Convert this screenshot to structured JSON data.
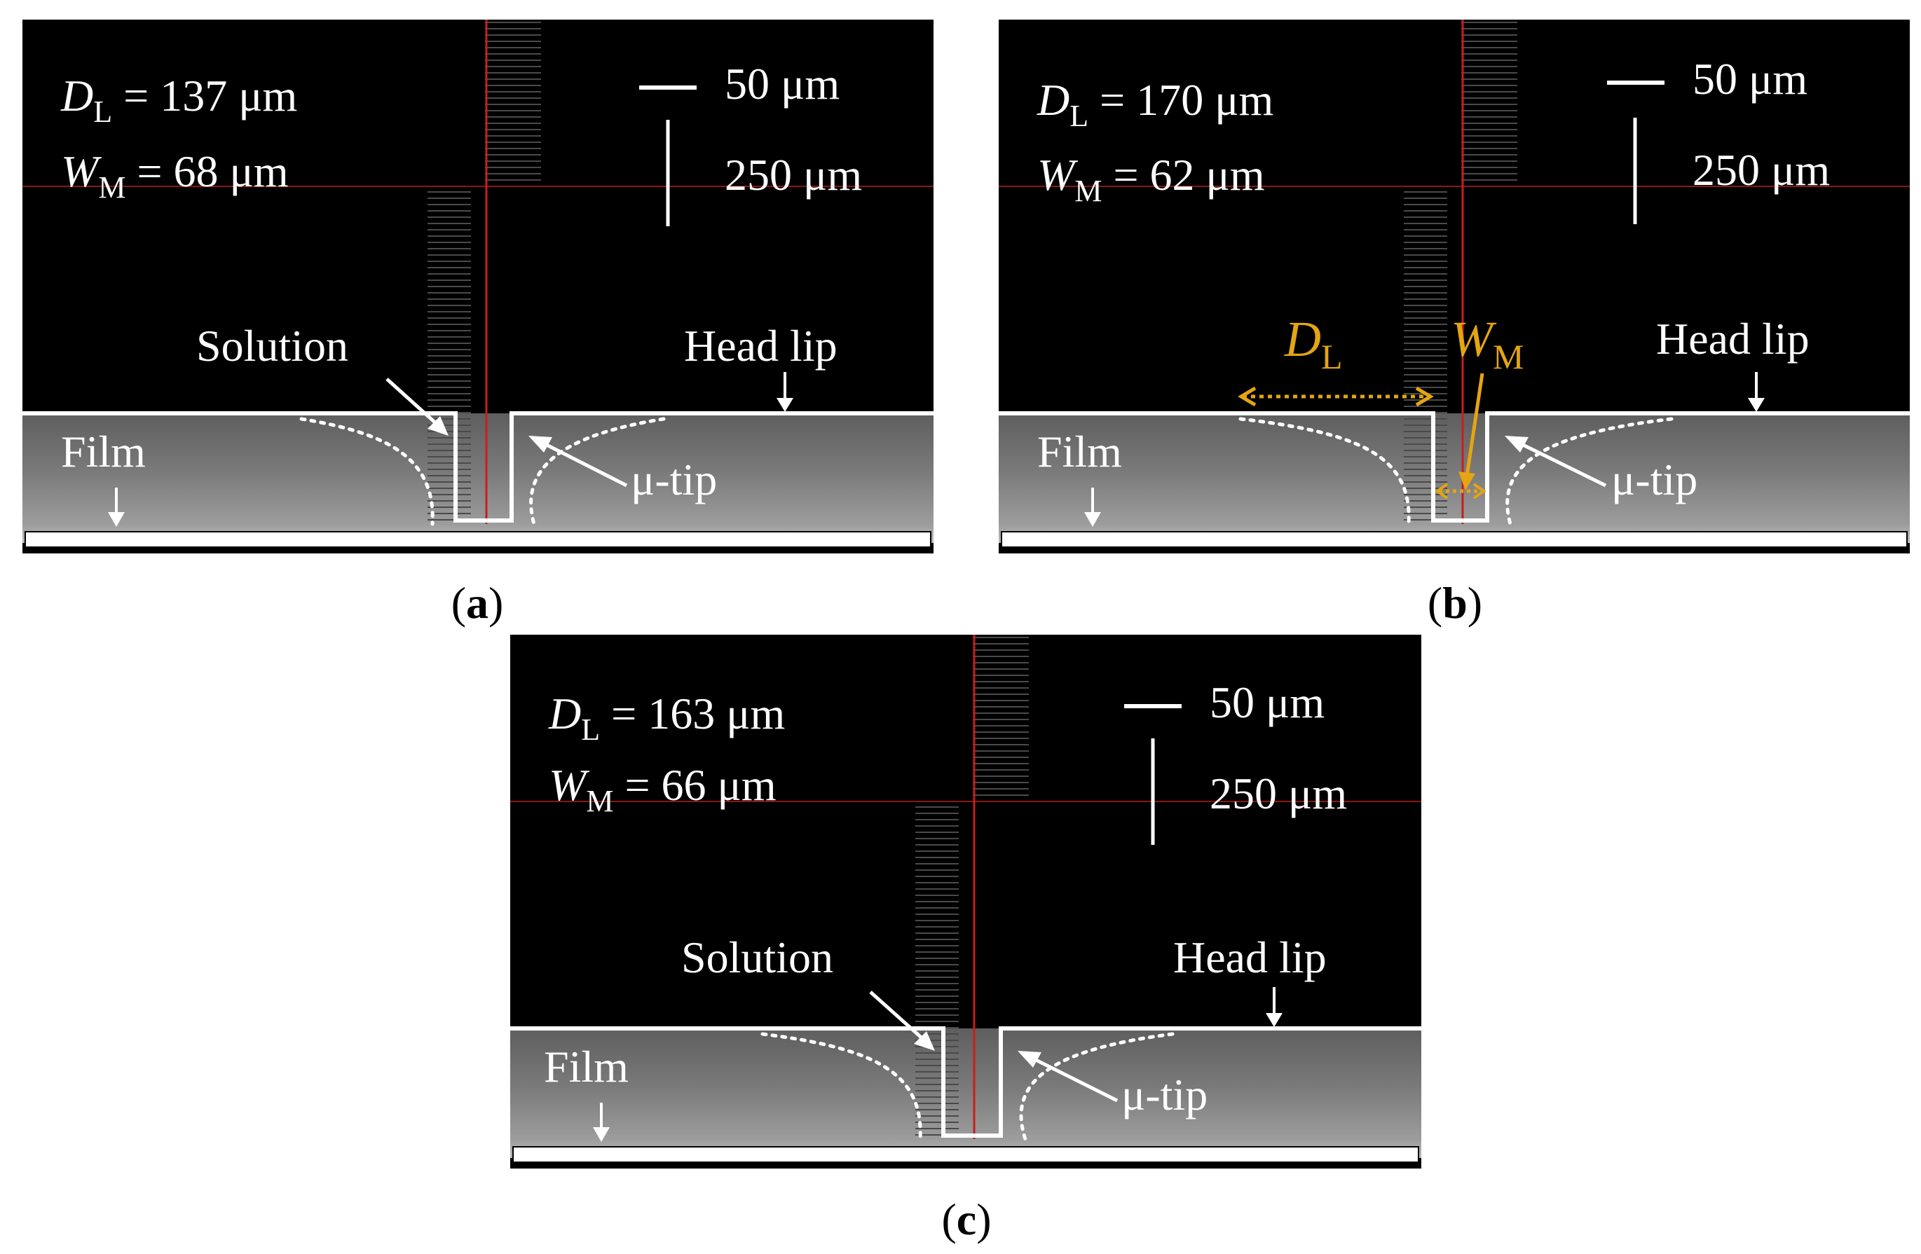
{
  "colors": {
    "background": "#000000",
    "film": "#858585",
    "line": "#ffffff",
    "crosshair": "#c81e1e",
    "annotation": "#e3a512"
  },
  "scale": {
    "horizontal": "50 μm",
    "vertical": "250 μm"
  },
  "labels": {
    "head_lip": "Head lip",
    "film": "Film",
    "solution": "Solution",
    "mu_tip": "μ-tip",
    "dl_symbol": "D",
    "dl_sub": "L",
    "wm_symbol": "W",
    "wm_sub": "M",
    "eq": " = "
  },
  "panels": [
    {
      "id": "a",
      "caption": "a",
      "dl_value": "137 μm",
      "wm_value": "68 μm",
      "show_solution": true,
      "show_dimensions": false
    },
    {
      "id": "b",
      "caption": "b",
      "dl_value": "170 μm",
      "wm_value": "62 μm",
      "show_solution": false,
      "show_dimensions": true
    },
    {
      "id": "c",
      "caption": "c",
      "dl_value": "163 μm",
      "wm_value": "66 μm",
      "show_solution": true,
      "show_dimensions": false
    }
  ]
}
